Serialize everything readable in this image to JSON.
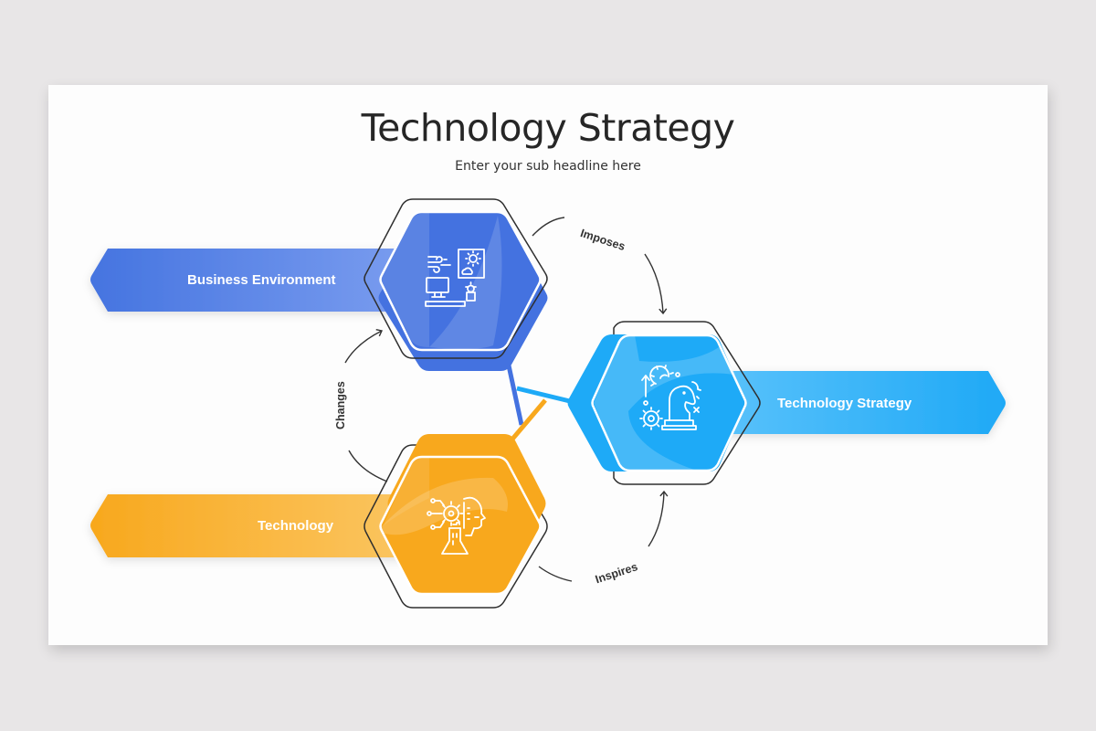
{
  "header": {
    "title": "Technology Strategy",
    "subtitle": "Enter your sub headline here"
  },
  "nodes": [
    {
      "id": "business-environment",
      "label": "Business Environment",
      "icon": "workspace-weather-icon",
      "color": "#4472e0",
      "color_light": "#6e94ec"
    },
    {
      "id": "technology-strategy",
      "label": "Technology Strategy",
      "icon": "chess-knight-gears-icon",
      "color": "#1eaaf7",
      "color_light": "#56c0fa"
    },
    {
      "id": "technology",
      "label": "Technology",
      "icon": "ai-head-gear-icon",
      "color": "#f8a81d",
      "color_light": "#fbc35e"
    }
  ],
  "connectors": [
    {
      "label": "Imposes",
      "from": "business-environment",
      "to": "technology-strategy"
    },
    {
      "label": "Inspires",
      "from": "technology",
      "to": "technology-strategy"
    },
    {
      "label": "Changes",
      "from": "technology",
      "to": "business-environment"
    }
  ],
  "colors": {
    "background": "#e8e6e7",
    "slide": "#fdfdfd",
    "outline": "#2f2f2f",
    "text": "#262626"
  }
}
